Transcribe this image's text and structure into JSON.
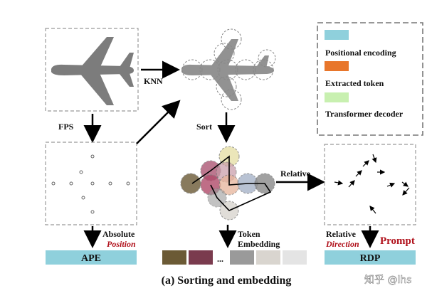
{
  "labels": {
    "fps": "FPS",
    "knn": "KNN",
    "sort": "Sort",
    "relative_top": "Relative",
    "absolute": "Absolute",
    "position": "Position",
    "token": "Token",
    "embedding": "Embedding",
    "ellipsis": "...",
    "relative_bottom": "Relative",
    "direction": "Direction",
    "prompt": "Prompt",
    "ape": "APE",
    "rdp": "RDP",
    "caption": "(a) Sorting and embedding",
    "watermark": "知乎 @lhs"
  },
  "legend": [
    {
      "label": "Positional encoding",
      "color": "#8fd0dc"
    },
    {
      "label": "Extracted token",
      "color": "#e8762b"
    },
    {
      "label": "Transformer decoder",
      "color": "#c8f0b0"
    }
  ],
  "token_colors": [
    "#6b5a35",
    "#7a3b4e",
    "#9a9a9a",
    "#d9d5cf",
    "#e4e4e4"
  ],
  "colors": {
    "positional_bar": "#8fd0dc",
    "accent_red": "#b0101a"
  }
}
